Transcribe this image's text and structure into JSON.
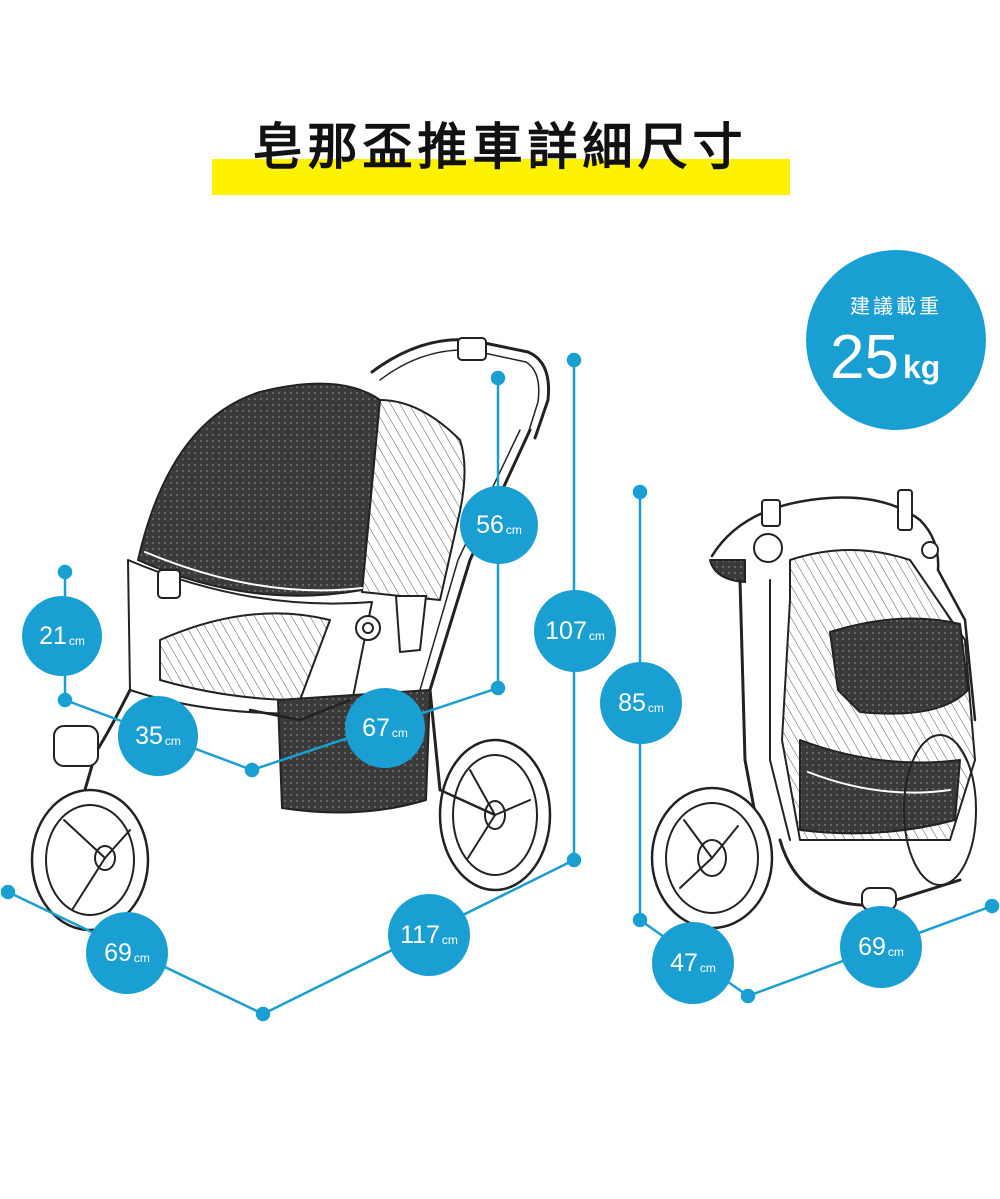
{
  "title": "皂那盃推車詳細尺寸",
  "weight_badge": {
    "label": "建議載重",
    "value": "25",
    "unit": "kg"
  },
  "dimension_unit": "cm",
  "dimensions": {
    "canopy_height": "56",
    "basket_height": "21",
    "seat_depth": "35",
    "seat_length": "67",
    "total_height": "107",
    "width": "69",
    "length": "117",
    "folded_height": "85",
    "folded_width": "69",
    "folded_depth": "47"
  },
  "colors": {
    "accent": "#1a9fd3",
    "highlight": "#fff200",
    "text": "#111111"
  }
}
